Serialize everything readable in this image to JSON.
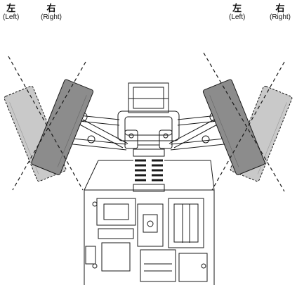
{
  "labels": {
    "left_zh": "左",
    "left_en": "(Left)",
    "right_zh": "右",
    "right_en": "(Right)"
  },
  "colors": {
    "wheel_left_position": "#c9c9c9",
    "wheel_right_position": "#8c8c8c",
    "linework": "#1a1a1a"
  }
}
